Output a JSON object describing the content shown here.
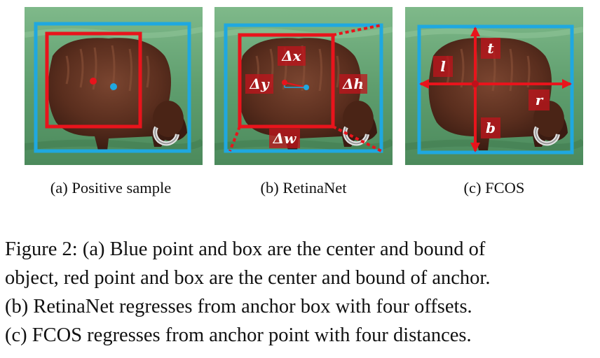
{
  "panels": [
    {
      "id": "a",
      "caption": "(a)  Positive sample"
    },
    {
      "id": "b",
      "caption": "(b)  RetinaNet",
      "labels": {
        "dx": "Δx",
        "dy": "Δy",
        "dh": "Δh",
        "dw": "Δw"
      }
    },
    {
      "id": "c",
      "caption": "(c)  FCOS",
      "labels": {
        "t": "t",
        "l": "l",
        "r": "r",
        "b": "b"
      }
    }
  ],
  "figure_caption": {
    "lines": [
      "Figure 2: (a) Blue point and box are the center and bound of",
      "object, red point and box are the center and bound of anchor.",
      "(b) RetinaNet regresses from anchor box with four offsets.",
      "(c) FCOS regresses from anchor point with four distances."
    ]
  },
  "colors": {
    "object_box": "#1fa8e0",
    "anchor_box": "#e8141c",
    "grass": "#5f9e6e",
    "fur": "#5a2e1e"
  }
}
